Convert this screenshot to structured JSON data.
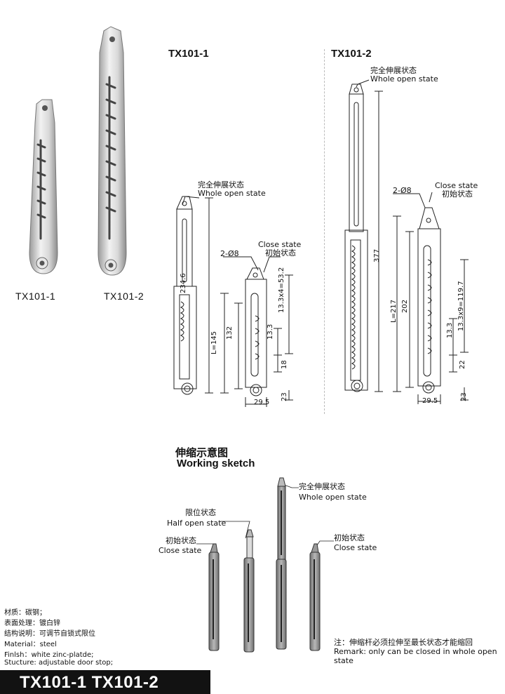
{
  "photos": [
    {
      "model": "TX101-1"
    },
    {
      "model": "TX101-2"
    }
  ],
  "drawing1": {
    "title": "TX101-1",
    "open_cn": "完全伸展状态",
    "open_en": "Whole open state",
    "close_en": "Close state",
    "close_cn": "初始状态",
    "hole": "2-Ø8",
    "dims": {
      "total": "234.6",
      "l": "L=145",
      "inner": "132",
      "pitch_total": "13.3x4=53.2",
      "pitch": "13.3",
      "d18": "18",
      "d23": "23",
      "width": "29.5"
    }
  },
  "drawing2": {
    "title": "TX101-2",
    "open_cn": "完全伸展状态",
    "open_en": "Whole open state",
    "close_en": "Close state",
    "close_cn": "初始状态",
    "hole": "2-Ø8",
    "dims": {
      "total": "377",
      "l": "L=217",
      "inner": "202",
      "pitch_total": "13.3x9=119.7",
      "pitch": "13.3",
      "d22": "22",
      "d23": "23",
      "width": "29.5"
    }
  },
  "sketch": {
    "title_cn": "伸缩示意图",
    "title_en": "Working sketch",
    "states": [
      {
        "cn": "初始状态",
        "en": "Close state"
      },
      {
        "cn": "限位状态",
        "en": "Half open state"
      },
      {
        "cn": "完全伸展状态",
        "en": "Whole open state"
      },
      {
        "cn": "初始状态",
        "en": "Close state"
      }
    ],
    "remark_cn": "注：伸缩杆必须拉伸至最长状态才能缩回",
    "remark_en": "Remark: only can be closed in whole open state"
  },
  "specs": [
    "材质：碳钢；",
    "表面处理：镀白锌",
    "结构说明：可调节自锁式限位",
    "Material：steel",
    "Finlsh：white zinc-platde;",
    "Stucture: adjustable door stop;"
  ],
  "footer": {
    "title": "TX101-1   TX101-2"
  },
  "colors": {
    "bar": "#121212",
    "metal": "#c8c8c8",
    "rod": "#8a8a8a"
  }
}
